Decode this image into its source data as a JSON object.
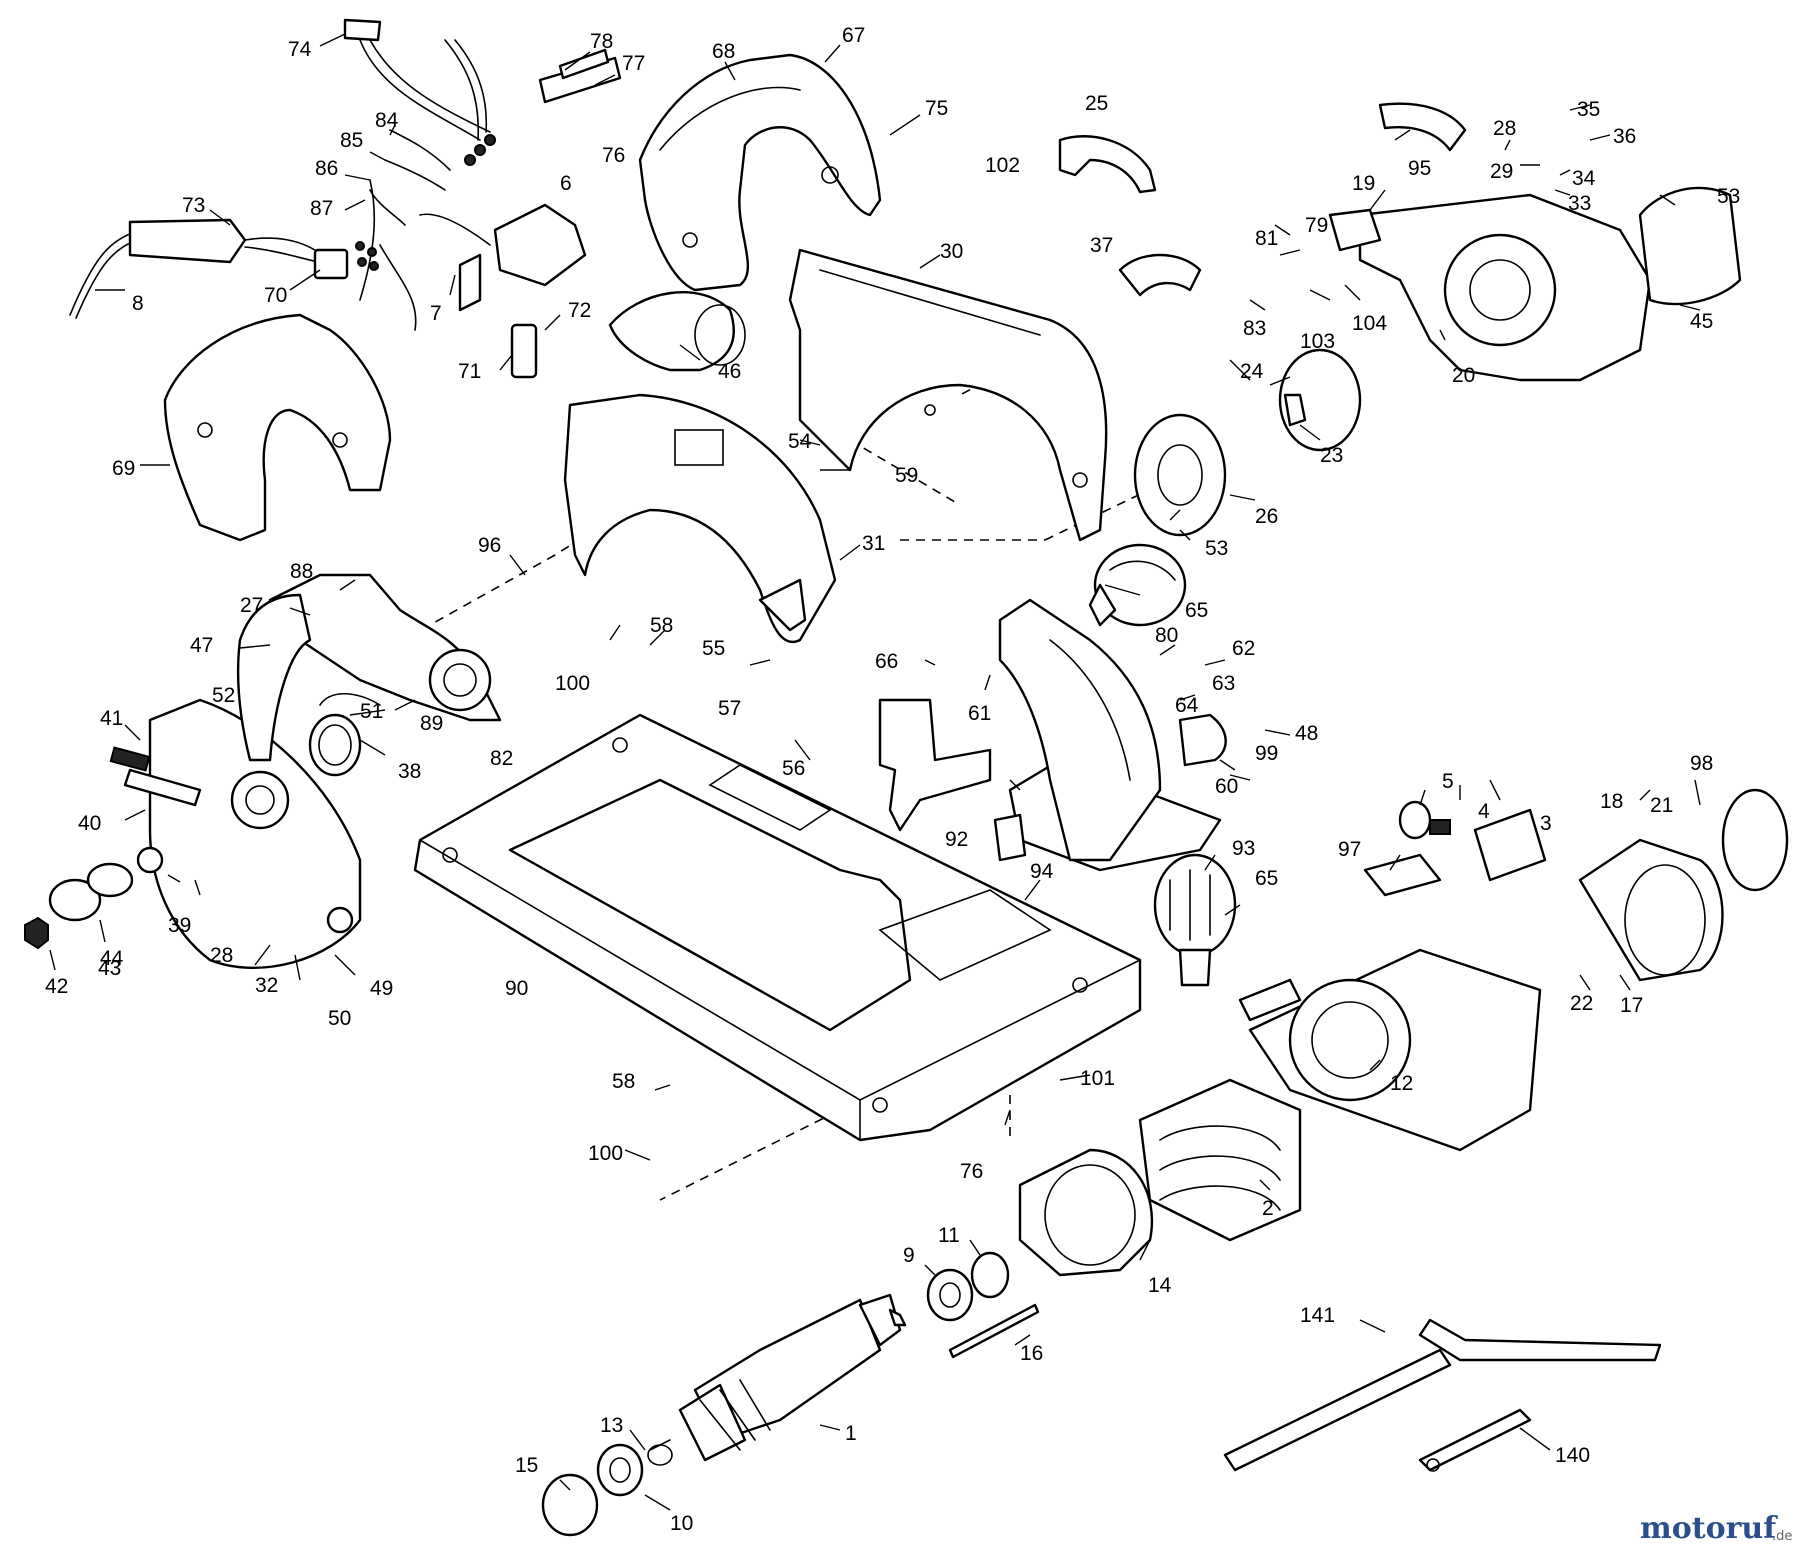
{
  "diagram": {
    "part_numbers": [
      "1",
      "2",
      "3",
      "4",
      "5",
      "6",
      "7",
      "8",
      "9",
      "10",
      "11",
      "12",
      "13",
      "14",
      "15",
      "16",
      "17",
      "18",
      "19",
      "20",
      "21",
      "22",
      "23",
      "24",
      "25",
      "26",
      "27",
      "28",
      "29",
      "30",
      "31",
      "32",
      "33",
      "34",
      "35",
      "36",
      "37",
      "38",
      "39",
      "40",
      "41",
      "42",
      "43",
      "44",
      "45",
      "46",
      "47",
      "48",
      "49",
      "50",
      "51",
      "52",
      "53",
      "54",
      "55",
      "56",
      "57",
      "58",
      "59",
      "60",
      "61",
      "62",
      "63",
      "64",
      "65",
      "66",
      "67",
      "68",
      "69",
      "70",
      "71",
      "72",
      "73",
      "74",
      "75",
      "76",
      "77",
      "78",
      "79",
      "80",
      "81",
      "82",
      "83",
      "84",
      "85",
      "86",
      "87",
      "88",
      "89",
      "90",
      "92",
      "93",
      "94",
      "95",
      "96",
      "97",
      "98",
      "99",
      "100",
      "101",
      "102",
      "103",
      "104",
      "140",
      "141"
    ]
  },
  "watermark": {
    "brand_main": "motoruf",
    "brand_suffix": ".de"
  }
}
